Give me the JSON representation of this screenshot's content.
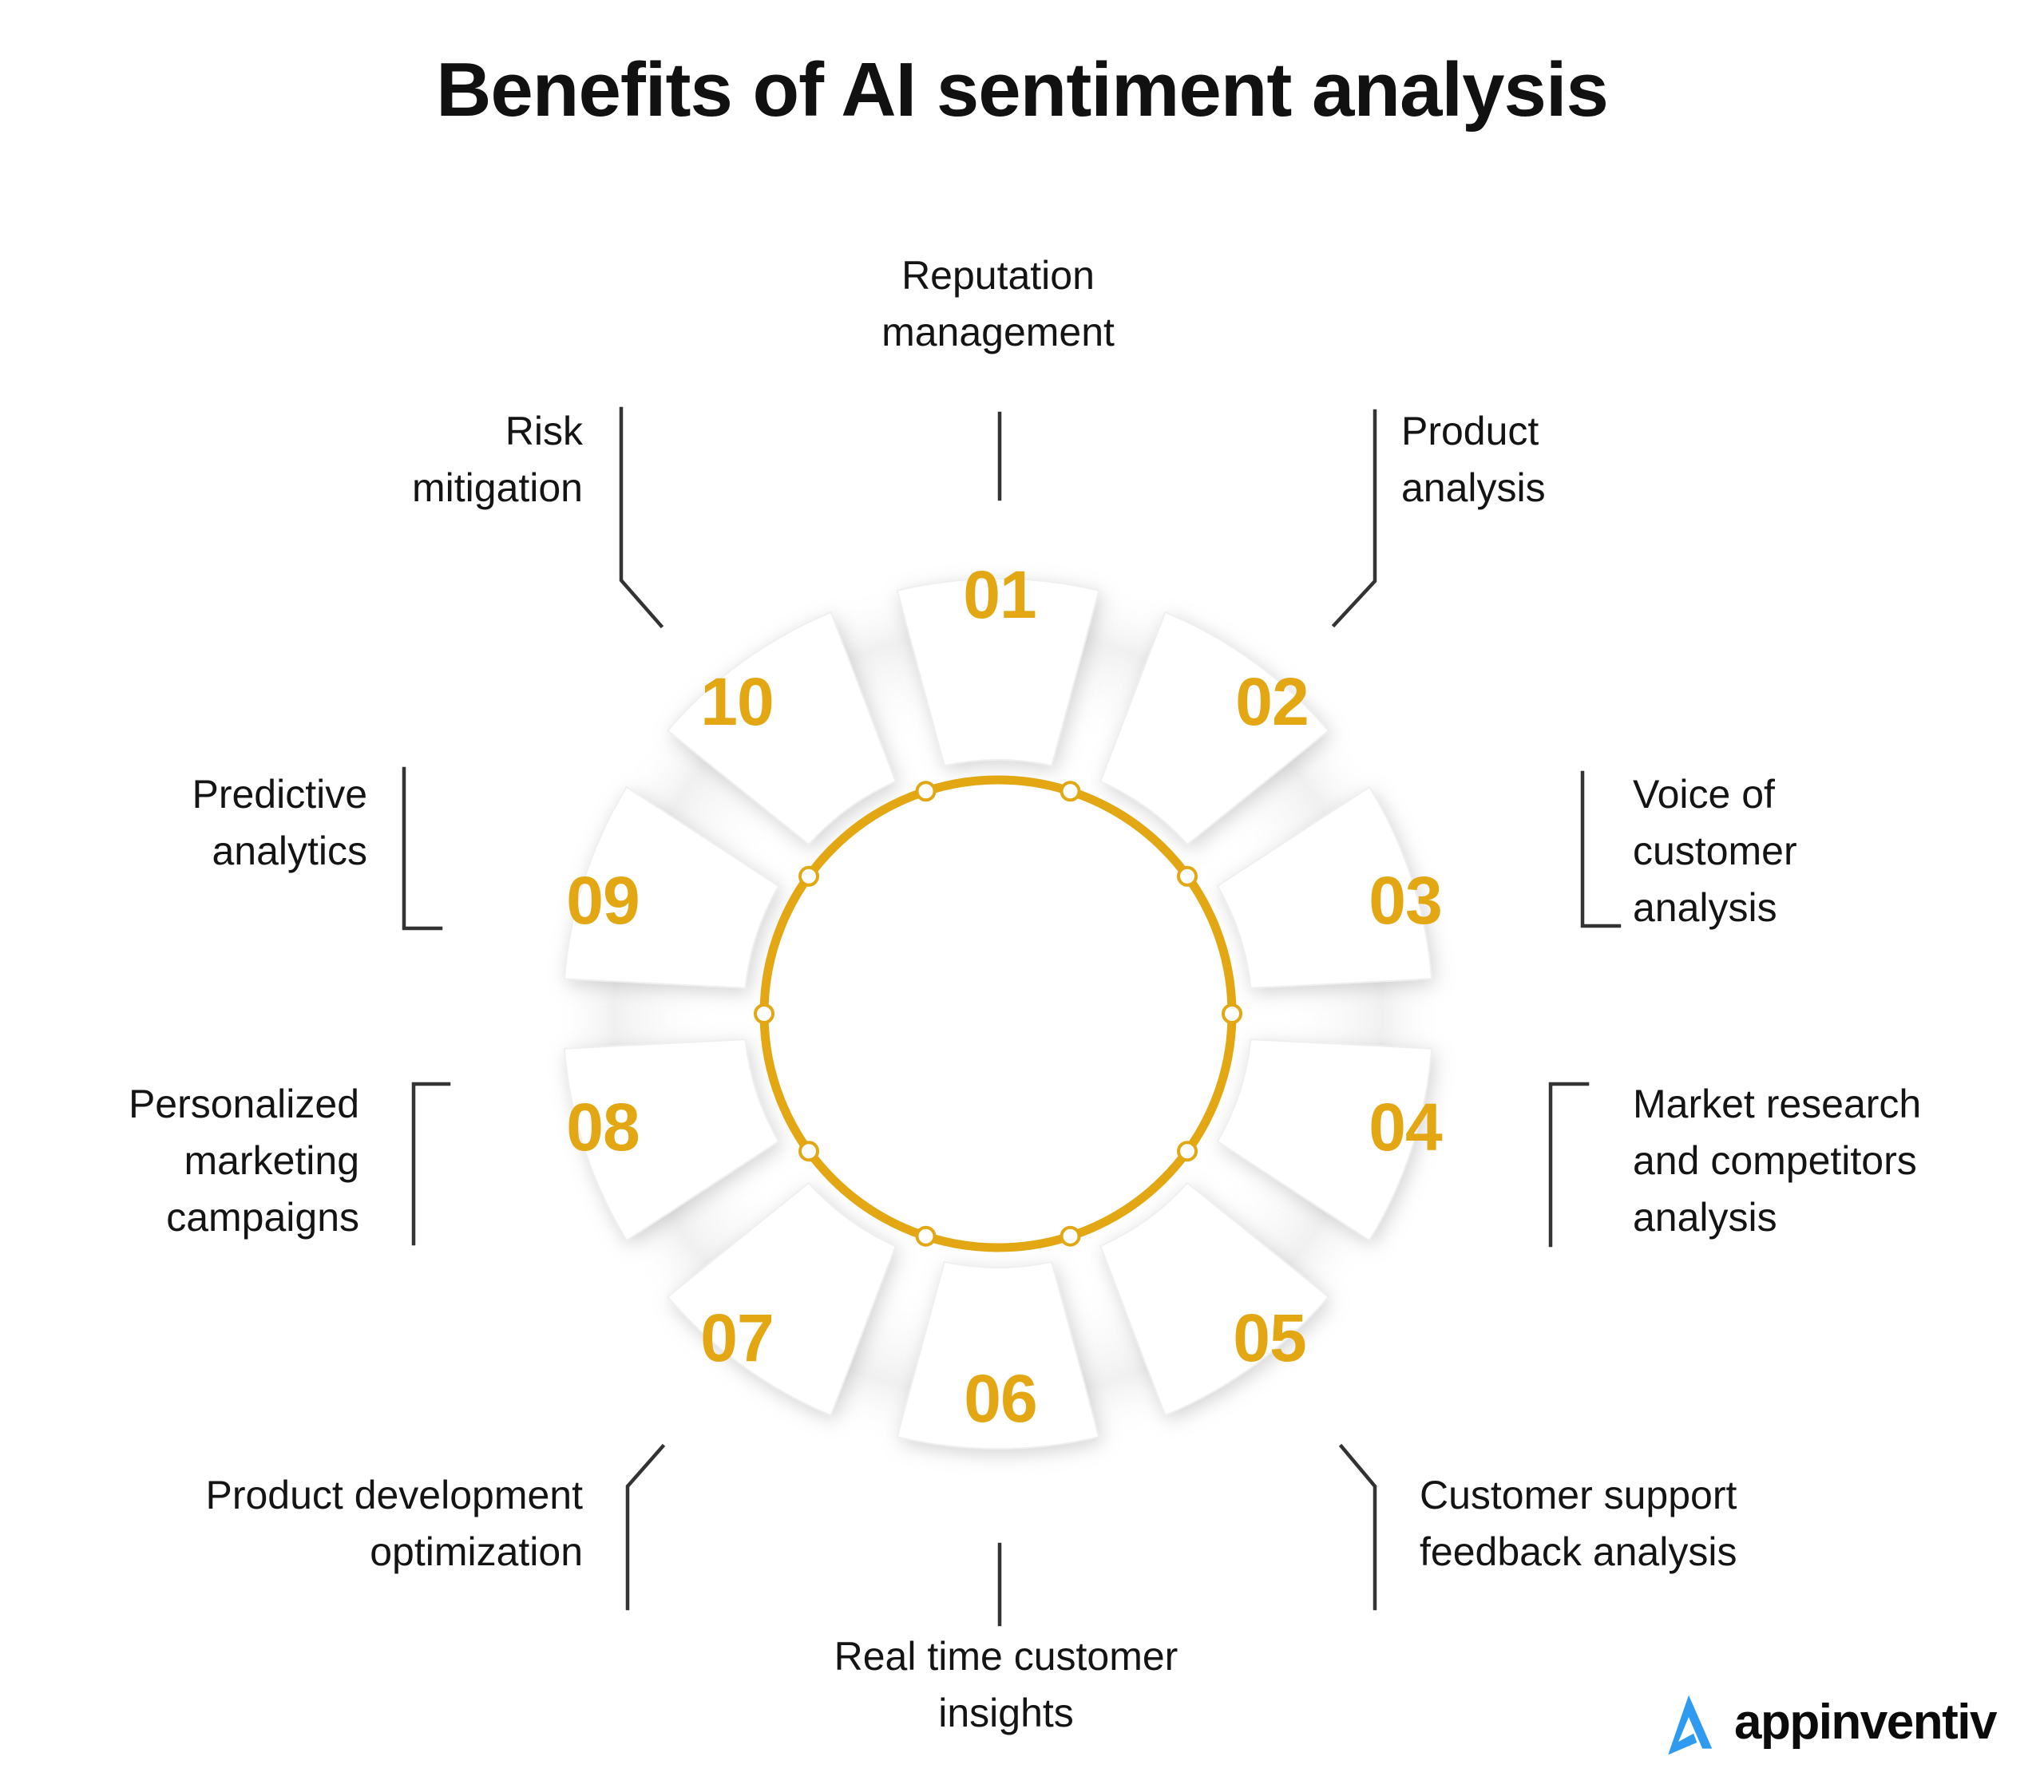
{
  "page": {
    "title": "Benefits of AI sentiment analysis",
    "background": "#ffffff",
    "accent_gold": "#E2A712",
    "text_color": "#141414",
    "brand_blue": "#2E9BF0"
  },
  "chart_data": {
    "type": "pie",
    "title": "Benefits of AI sentiment analysis",
    "subtitle": "",
    "xlabel": "",
    "ylabel": "",
    "legend_position": "around",
    "grid": false,
    "segment_count": 10,
    "equal_segments": true,
    "categories": [
      "Reputation management",
      "Product analysis",
      "Voice of customer analysis",
      "Market research and competitors analysis",
      "Customer support feedback analysis",
      "Real time customer insights",
      "Product development optimization",
      "Personalized marketing campaigns",
      "Predictive analytics",
      "Risk mitigation"
    ],
    "values": [
      10,
      10,
      10,
      10,
      10,
      10,
      10,
      10,
      10,
      10
    ],
    "numbers": [
      "01",
      "02",
      "03",
      "04",
      "05",
      "06",
      "07",
      "08",
      "09",
      "10"
    ]
  },
  "wheel": {
    "segments": [
      {
        "number": "01",
        "label": "Reputation\nmanagement",
        "side": "top"
      },
      {
        "number": "02",
        "label": "Product\nanalysis",
        "side": "top-right"
      },
      {
        "number": "03",
        "label": "Voice of\ncustomer\nanalysis",
        "side": "right"
      },
      {
        "number": "04",
        "label": "Market research\nand competitors\nanalysis",
        "side": "right"
      },
      {
        "number": "05",
        "label": "Customer support\nfeedback analysis",
        "side": "bottom-right"
      },
      {
        "number": "06",
        "label": "Real time customer\ninsights",
        "side": "bottom"
      },
      {
        "number": "07",
        "label": "Product development\noptimization",
        "side": "bottom-left"
      },
      {
        "number": "08",
        "label": "Personalized\nmarketing\ncampaigns",
        "side": "left"
      },
      {
        "number": "09",
        "label": "Predictive\nanalytics",
        "side": "left"
      },
      {
        "number": "10",
        "label": "Risk\nmitigation",
        "side": "top-left"
      }
    ],
    "inner_ring_dot_count": 10
  },
  "logo": {
    "wordmark": "appinventiv",
    "mark": "a-arrow-mark"
  }
}
